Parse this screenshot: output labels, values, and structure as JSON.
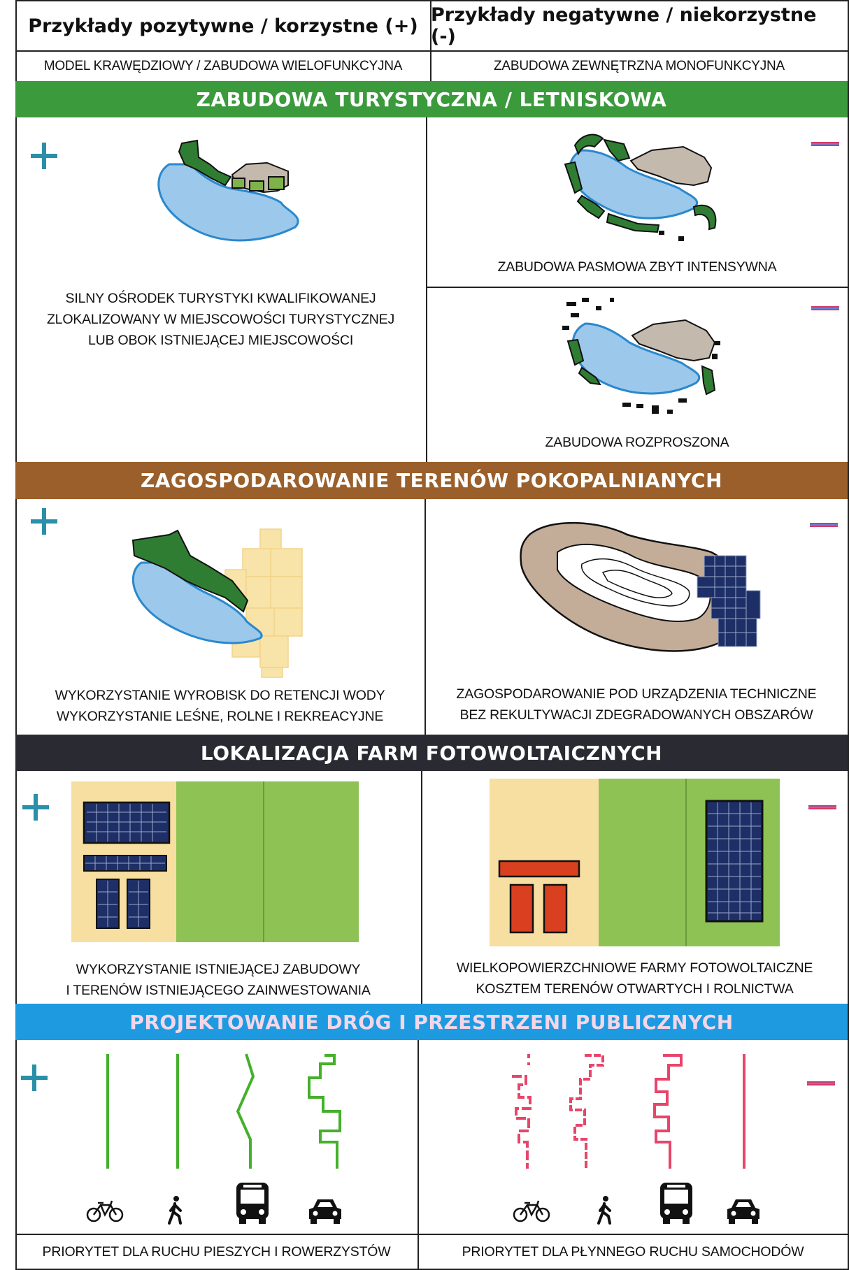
{
  "header": {
    "positive": "Przykłady pozytywne / korzystne (+)",
    "negative": "Przykłady negatywne / niekorzystne (-)"
  },
  "subheader": {
    "positive": "MODEL KRAWĘDZIOWY / ZABUDOWA WIELOFUNKCYJNA",
    "negative": "ZABUDOWA ZEWNĘTRZNA MONOFUNKCYJNA"
  },
  "sections": {
    "tourism": {
      "title": "ZABUDOWA TURYSTYCZNA / LETNISKOWA",
      "color": "#3a9a3c",
      "positive_caption": [
        "SILNY OŚRODEK TURYSTYKI KWALIFIKOWANEJ",
        "ZLOKALIZOWANY W MIEJSCOWOŚCI TURYSTYCZNEJ",
        "LUB OBOK ISTNIEJĄCEJ MIEJSCOWOŚCI"
      ],
      "negative_caption_1": "ZABUDOWA PASMOWA ZBYT INTENSYWNA",
      "negative_caption_2": "ZABUDOWA ROZPROSZONA"
    },
    "postmining": {
      "title": "ZAGOSPODAROWANIE TERENÓW POKOPALNIANYCH",
      "color": "#9a5f2a",
      "positive_caption": [
        "WYKORZYSTANIE WYROBISK DO RETENCJI WODY",
        "WYKORZYSTANIE LEŚNE, ROLNE I REKREACYJNE"
      ],
      "negative_caption": [
        "ZAGOSPODAROWANIE POD URZĄDZENIA TECHNICZNE",
        "BEZ REKULTYWACJI ZDEGRADOWANYCH OBSZARÓW"
      ]
    },
    "pv": {
      "title": "LOKALIZACJA FARM FOTOWOLTAICZNYCH",
      "color": "#2a2a33",
      "positive_caption": [
        "WYKORZYSTANIE ISTNIEJĄCEJ ZABUDOWY",
        "I TERENÓW ISTNIEJĄCEGO ZAINWESTOWANIA"
      ],
      "negative_caption": [
        "WIELKOPOWIERZCHNIOWE FARMY FOTOWOLTAICZNE",
        "KOSZTEM TERENÓW OTWARTYCH I ROLNICTWA"
      ]
    },
    "roads": {
      "title": "PROJEKTOWANIE DRÓG I PRZESTRZENI PUBLICZNYCH",
      "color": "#1e9be0",
      "title_color": "#f4d6e8",
      "positive_caption": "PRIORYTET DLA RUCHU PIESZYCH I ROWERZYSTÓW",
      "negative_caption": "PRIORYTET DLA PŁYNNEGO RUCHU SAMOCHODÓW"
    }
  },
  "colors": {
    "water": "#9cc8ec",
    "water_edge": "#2a88cc",
    "forest": "#2f7d32",
    "built": "#c4b9ad",
    "sand": "#f8e3a8",
    "field": "#8fc255",
    "panel": "#1d2f66",
    "red_building": "#d9401f",
    "plus": "#2a8fa8",
    "minus": "#d33a6a",
    "green_path": "#44b02c",
    "pink_path": "#e8456b"
  },
  "icons": [
    "plus-icon",
    "minus-icon",
    "bicycle-icon",
    "pedestrian-icon",
    "bus-icon",
    "car-icon"
  ]
}
